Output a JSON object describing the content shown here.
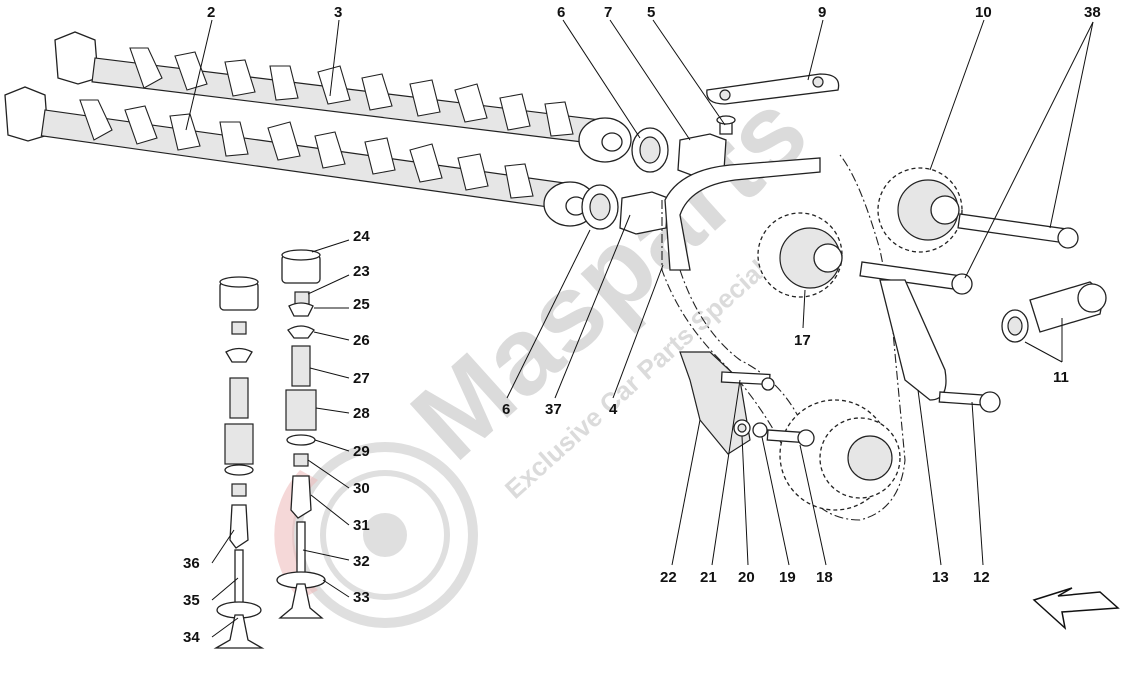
{
  "watermark": {
    "brand": "Masparts",
    "tagline": "Exclusive Car Parts Specialist",
    "accent_color": "#e8a0a0",
    "brand_color": "#cfcfcf"
  },
  "callouts": [
    "2",
    "3",
    "6",
    "7",
    "5",
    "9",
    "10",
    "38",
    "24",
    "23",
    "25",
    "26",
    "27",
    "28",
    "29",
    "30",
    "31",
    "32",
    "33",
    "36",
    "35",
    "34",
    "6",
    "37",
    "4",
    "17",
    "11",
    "22",
    "21",
    "20",
    "19",
    "18",
    "13",
    "12"
  ],
  "icons": {
    "direction_arrow": "front-direction-arrow-icon"
  }
}
